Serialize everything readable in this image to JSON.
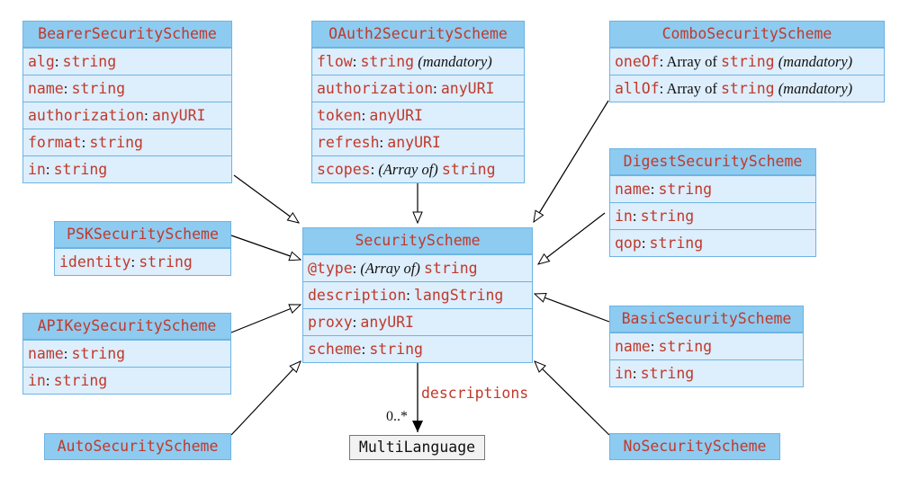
{
  "classes": {
    "bearer": {
      "name": "BearerSecurityScheme",
      "fields": [
        {
          "name": "alg",
          "sep": ": ",
          "prefix": "",
          "type": "string",
          "note": ""
        },
        {
          "name": "name",
          "sep": ": ",
          "prefix": "",
          "type": "string",
          "note": ""
        },
        {
          "name": "authorization",
          "sep": ": ",
          "prefix": "",
          "type": "anyURI",
          "note": ""
        },
        {
          "name": "format",
          "sep": ": ",
          "prefix": "",
          "type": "string",
          "note": ""
        },
        {
          "name": "in",
          "sep": ": ",
          "prefix": "",
          "type": "string",
          "note": ""
        }
      ]
    },
    "oauth2": {
      "name": "OAuth2SecurityScheme",
      "fields": [
        {
          "name": "flow",
          "sep": ": ",
          "prefix": "",
          "type": "string",
          "note": "(mandatory)"
        },
        {
          "name": "authorization",
          "sep": ": ",
          "prefix": "",
          "type": "anyURI",
          "note": ""
        },
        {
          "name": "token",
          "sep": ": ",
          "prefix": "",
          "type": "anyURI",
          "note": ""
        },
        {
          "name": "refresh",
          "sep": ": ",
          "prefix": "",
          "type": "anyURI",
          "note": ""
        },
        {
          "name": "scopes",
          "sep": ": ",
          "prefix": "(Array of)",
          "type": "string",
          "note": ""
        }
      ]
    },
    "combo": {
      "name": "ComboSecurityScheme",
      "fields": [
        {
          "name": "oneOf",
          "sep": ": Array of ",
          "prefix": "",
          "type": "string",
          "note": "(mandatory)"
        },
        {
          "name": "allOf",
          "sep": ": Array of ",
          "prefix": "",
          "type": "string",
          "note": "(mandatory)"
        }
      ]
    },
    "digest": {
      "name": "DigestSecurityScheme",
      "fields": [
        {
          "name": "name",
          "sep": ": ",
          "prefix": "",
          "type": "string",
          "note": ""
        },
        {
          "name": "in",
          "sep": ": ",
          "prefix": "",
          "type": "string",
          "note": ""
        },
        {
          "name": "qop",
          "sep": ": ",
          "prefix": "",
          "type": "string",
          "note": ""
        }
      ]
    },
    "psk": {
      "name": "PSKSecurityScheme",
      "fields": [
        {
          "name": "identity",
          "sep": ": ",
          "prefix": "",
          "type": "string",
          "note": ""
        }
      ]
    },
    "security": {
      "name": "SecurityScheme",
      "fields": [
        {
          "name": "@type",
          "sep": ": ",
          "prefix": "(Array of)",
          "type": "string",
          "note": ""
        },
        {
          "name": "description",
          "sep": ": ",
          "prefix": "",
          "type": "langString",
          "note": ""
        },
        {
          "name": "proxy",
          "sep": ": ",
          "prefix": "",
          "type": "anyURI",
          "note": ""
        },
        {
          "name": "scheme",
          "sep": ": ",
          "prefix": "",
          "type": "string",
          "note": ""
        }
      ]
    },
    "apikey": {
      "name": "APIKeySecurityScheme",
      "fields": [
        {
          "name": "name",
          "sep": ": ",
          "prefix": "",
          "type": "string",
          "note": ""
        },
        {
          "name": "in",
          "sep": ": ",
          "prefix": "",
          "type": "string",
          "note": ""
        }
      ]
    },
    "basic": {
      "name": "BasicSecurityScheme",
      "fields": [
        {
          "name": "name",
          "sep": ": ",
          "prefix": "",
          "type": "string",
          "note": ""
        },
        {
          "name": "in",
          "sep": ": ",
          "prefix": "",
          "type": "string",
          "note": ""
        }
      ]
    },
    "auto": {
      "name": "AutoSecurityScheme",
      "fields": []
    },
    "nosec": {
      "name": "NoSecurityScheme",
      "fields": []
    }
  },
  "multilanguage": {
    "name": "MultiLanguage"
  },
  "association": {
    "role": "descriptions",
    "multiplicity": "0..*"
  },
  "colors": {
    "header": "#8ecbf0",
    "body": "#ddeefc",
    "border": "#6cb4e4",
    "code": "#c0392b"
  }
}
